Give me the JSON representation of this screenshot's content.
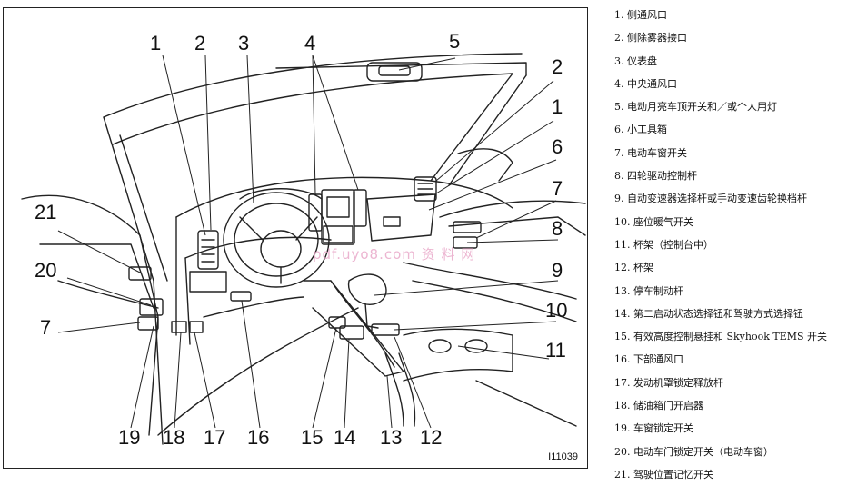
{
  "figure": {
    "id": "I11039",
    "watermark": "pdf.uyo8.com  资  料  网",
    "callouts": [
      "1",
      "2",
      "3",
      "4",
      "5",
      "2",
      "1",
      "6",
      "7",
      "8",
      "9",
      "10",
      "11",
      "21",
      "20",
      "7",
      "19",
      "18",
      "17",
      "16",
      "15",
      "14",
      "13",
      "12"
    ]
  },
  "legend": [
    "1. 侧通风口",
    "2. 侧除雾器接口",
    "3. 仪表盘",
    "4. 中央通风口",
    "5. 电动月亮车顶开关和／或个人用灯",
    "6. 小工具箱",
    "7. 电动车窗开关",
    "8. 四轮驱动控制杆",
    "9. 自动变速器选择杆或手动变速齿轮换档杆",
    "10. 座位暖气开关",
    "11. 杯架（控制台中）",
    "12. 杯架",
    "13. 停车制动杆",
    "14. 第二启动状态选择钮和驾驶方式选择钮",
    "15. 有效高度控制悬挂和 Skyhook TEMS 开关",
    "16. 下部通风口",
    "17. 发动机罩锁定释放杆",
    "18. 储油箱门开启器",
    "19. 车窗锁定开关",
    "20. 电动车门锁定开关（电动车窗）",
    "21. 驾驶位置记忆开关"
  ]
}
